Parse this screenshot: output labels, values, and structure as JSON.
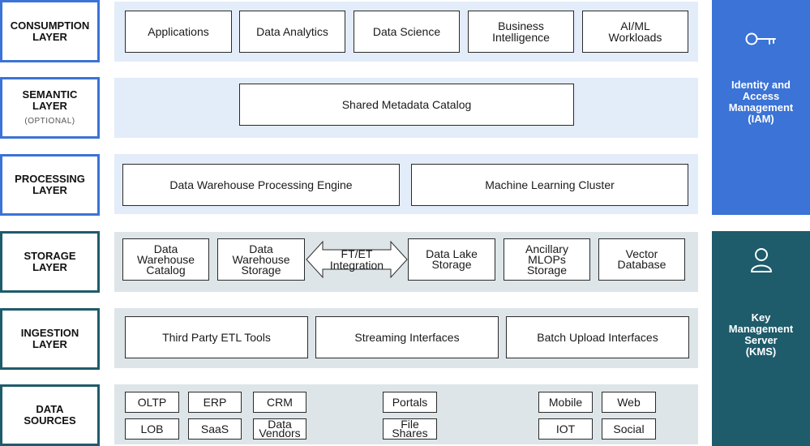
{
  "layers": {
    "consumption": {
      "label": "CONSUMPTION\nLAYER",
      "items": [
        "Applications",
        "Data Analytics",
        "Data Science",
        "Business\nIntelligence",
        "AI/ML\nWorkloads"
      ]
    },
    "semantic": {
      "label": "SEMANTIC\nLAYER",
      "sublabel": "(OPTIONAL)",
      "items": [
        "Shared Metadata Catalog"
      ]
    },
    "processing": {
      "label": "PROCESSING\nLAYER",
      "items": [
        "Data Warehouse Processing Engine",
        "Machine Learning Cluster"
      ]
    },
    "storage": {
      "label": "STORAGE\nLAYER",
      "items": [
        "Data\nWarehouse\nCatalog",
        "Data\nWarehouse\nStorage",
        "FT/ET\nIntegration",
        "Data Lake\nStorage",
        "Ancillary\nMLOPs\nStorage",
        "Vector\nDatabase"
      ]
    },
    "ingestion": {
      "label": "INGESTION\nLAYER",
      "items": [
        "Third Party ETL Tools",
        "Streaming Interfaces",
        "Batch Upload Interfaces"
      ]
    },
    "sources": {
      "label": "DATA\nSOURCES",
      "items": [
        "OLTP",
        "ERP",
        "CRM",
        "LOB",
        "SaaS",
        "Data\nVendors",
        "Portals",
        "File\nShares",
        "Mobile",
        "Web",
        "IOT",
        "Social"
      ]
    }
  },
  "side_panels": {
    "iam": {
      "label": "Identity and\nAccess\nManagement\n(IAM)",
      "icon": "key-icon",
      "color": "#3b73d6"
    },
    "kms": {
      "label": "Key\nManagement\nServer\n(KMS)",
      "icon": "user-icon",
      "color": "#1e5b6b"
    }
  },
  "colors": {
    "blue": "#3b73d6",
    "teal": "#1e5b6b",
    "blue_band": "#e3ecf9",
    "teal_band": "#dde5e8"
  }
}
